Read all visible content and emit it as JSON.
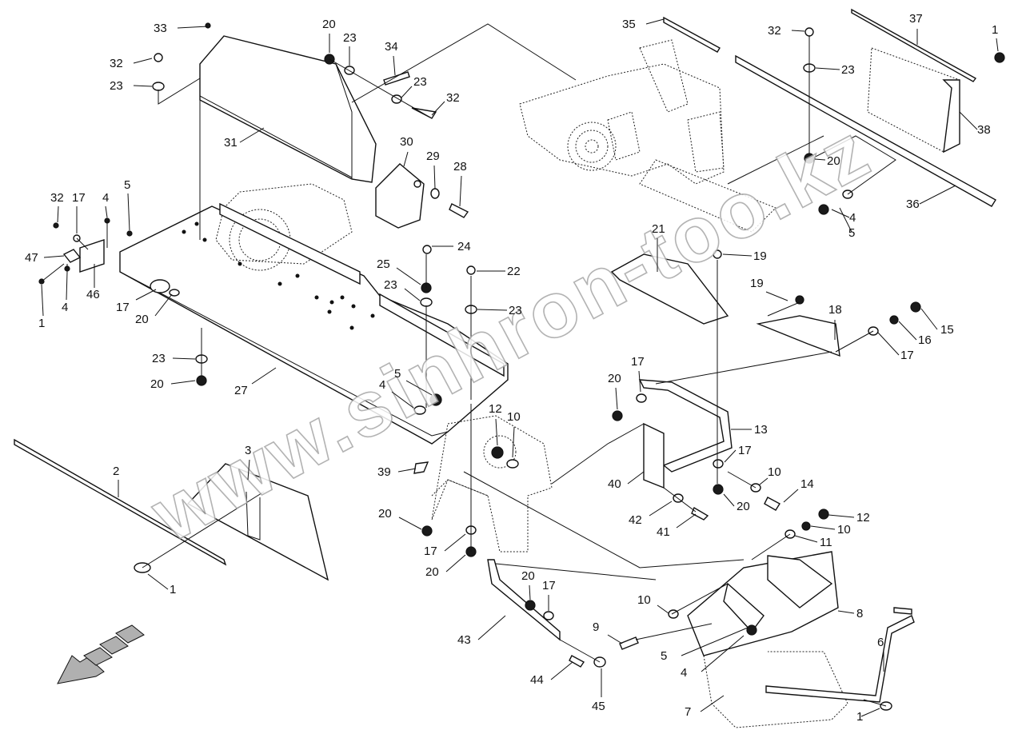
{
  "watermark": "www.sinhron-too.kz",
  "corner_mark": "",
  "callouts": [
    {
      "id": "c33",
      "label": "33"
    },
    {
      "id": "c32a",
      "label": "32"
    },
    {
      "id": "c23a",
      "label": "23"
    },
    {
      "id": "c20a",
      "label": "20"
    },
    {
      "id": "c23b",
      "label": "23"
    },
    {
      "id": "c34",
      "label": "34"
    },
    {
      "id": "c23c",
      "label": "23"
    },
    {
      "id": "c32b",
      "label": "32"
    },
    {
      "id": "c31",
      "label": "31"
    },
    {
      "id": "c30",
      "label": "30"
    },
    {
      "id": "c29",
      "label": "29"
    },
    {
      "id": "c28",
      "label": "28"
    },
    {
      "id": "c35",
      "label": "35"
    },
    {
      "id": "c32c",
      "label": "32"
    },
    {
      "id": "c23d",
      "label": "23"
    },
    {
      "id": "c37",
      "label": "37"
    },
    {
      "id": "c1a",
      "label": "1"
    },
    {
      "id": "c38",
      "label": "38"
    },
    {
      "id": "c20b",
      "label": "20"
    },
    {
      "id": "c36",
      "label": "36"
    },
    {
      "id": "c4a",
      "label": "4"
    },
    {
      "id": "c5a",
      "label": "5"
    },
    {
      "id": "c32d",
      "label": "32"
    },
    {
      "id": "c17a",
      "label": "17"
    },
    {
      "id": "c4b",
      "label": "4"
    },
    {
      "id": "c5b",
      "label": "5"
    },
    {
      "id": "c47",
      "label": "47"
    },
    {
      "id": "c46",
      "label": "46"
    },
    {
      "id": "c1b",
      "label": "1"
    },
    {
      "id": "c4c",
      "label": "4"
    },
    {
      "id": "c17b",
      "label": "17"
    },
    {
      "id": "c20c",
      "label": "20"
    },
    {
      "id": "c24",
      "label": "24"
    },
    {
      "id": "c25",
      "label": "25"
    },
    {
      "id": "c22",
      "label": "22"
    },
    {
      "id": "c23e",
      "label": "23"
    },
    {
      "id": "c23f",
      "label": "23"
    },
    {
      "id": "c21",
      "label": "21"
    },
    {
      "id": "c19a",
      "label": "19"
    },
    {
      "id": "c19b",
      "label": "19"
    },
    {
      "id": "c18",
      "label": "18"
    },
    {
      "id": "c15",
      "label": "15"
    },
    {
      "id": "c16",
      "label": "16"
    },
    {
      "id": "c17c",
      "label": "17"
    },
    {
      "id": "c23g",
      "label": "23"
    },
    {
      "id": "c20d",
      "label": "20"
    },
    {
      "id": "c27",
      "label": "27"
    },
    {
      "id": "c5c",
      "label": "5"
    },
    {
      "id": "c4d",
      "label": "4"
    },
    {
      "id": "c17d",
      "label": "17"
    },
    {
      "id": "c20e",
      "label": "20"
    },
    {
      "id": "c13",
      "label": "13"
    },
    {
      "id": "c12a",
      "label": "12"
    },
    {
      "id": "c10a",
      "label": "10"
    },
    {
      "id": "c17e",
      "label": "17"
    },
    {
      "id": "c40",
      "label": "40"
    },
    {
      "id": "c10b",
      "label": "10"
    },
    {
      "id": "c14",
      "label": "14"
    },
    {
      "id": "c20f",
      "label": "20"
    },
    {
      "id": "c3",
      "label": "3"
    },
    {
      "id": "c2",
      "label": "2"
    },
    {
      "id": "c39",
      "label": "39"
    },
    {
      "id": "c42",
      "label": "42"
    },
    {
      "id": "c41",
      "label": "41"
    },
    {
      "id": "c12b",
      "label": "12"
    },
    {
      "id": "c10c",
      "label": "10"
    },
    {
      "id": "c11",
      "label": "11"
    },
    {
      "id": "c20g",
      "label": "20"
    },
    {
      "id": "c17f",
      "label": "17"
    },
    {
      "id": "c20h",
      "label": "20"
    },
    {
      "id": "c1c",
      "label": "1"
    },
    {
      "id": "c20i",
      "label": "20"
    },
    {
      "id": "c17g",
      "label": "17"
    },
    {
      "id": "c10d",
      "label": "10"
    },
    {
      "id": "c8",
      "label": "8"
    },
    {
      "id": "c9",
      "label": "9"
    },
    {
      "id": "c43",
      "label": "43"
    },
    {
      "id": "c5d",
      "label": "5"
    },
    {
      "id": "c4e",
      "label": "4"
    },
    {
      "id": "c6",
      "label": "6"
    },
    {
      "id": "c44",
      "label": "44"
    },
    {
      "id": "c45",
      "label": "45"
    },
    {
      "id": "c7",
      "label": "7"
    },
    {
      "id": "c1d",
      "label": "1"
    }
  ]
}
